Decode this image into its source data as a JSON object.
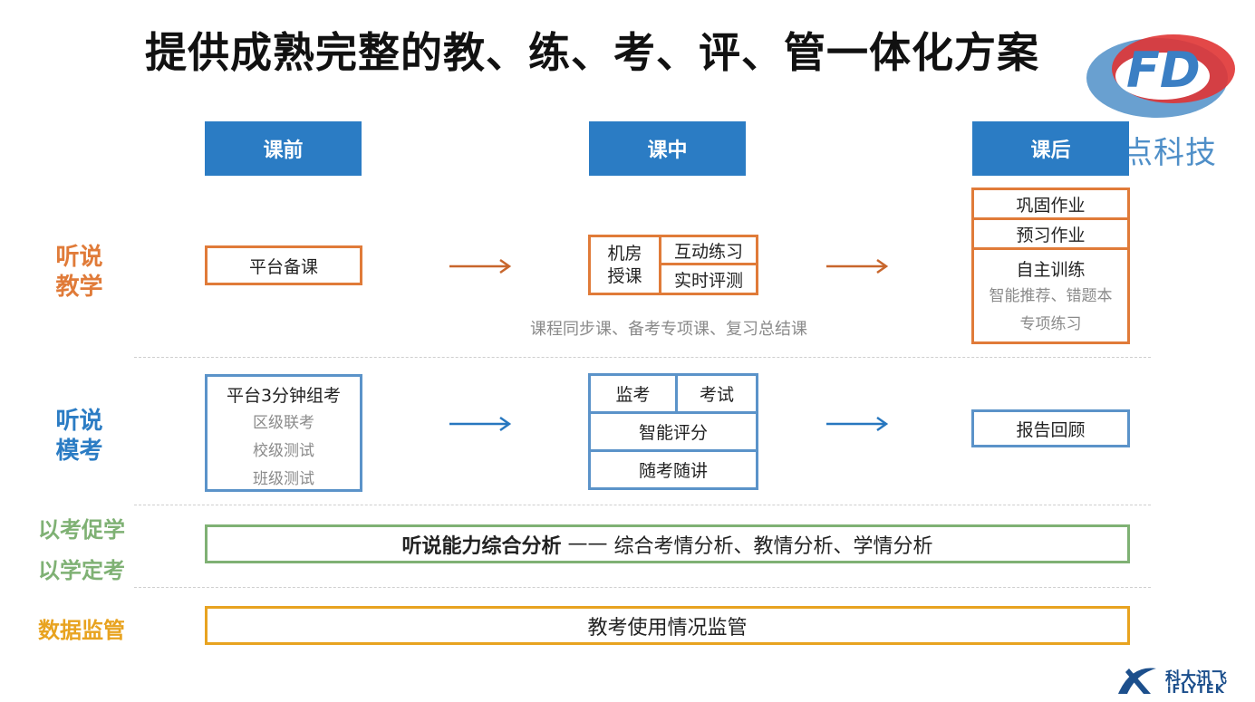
{
  "title": "提供成熟完整的教、练、考、评、管一体化方案",
  "phases": {
    "before": "课前",
    "during": "课中",
    "after": "课后"
  },
  "rows": {
    "teaching": {
      "label_line1": "听说",
      "label_line2": "教学"
    },
    "mock_exam": {
      "label_line1": "听说",
      "label_line2": "模考"
    },
    "promote": {
      "label_line1": "以考促学",
      "label_line2": "以学定考"
    },
    "monitor": {
      "label": "数据监管"
    }
  },
  "teaching": {
    "before_box": "平台备课",
    "during": {
      "lab_line1": "机房",
      "lab_line2": "授课",
      "interactive": "互动练习",
      "realtime": "实时评测"
    },
    "courses_caption": "课程同步课、备考专项课、复习总结课",
    "after": {
      "consolidate": "巩固作业",
      "preview": "预习作业",
      "self_train": "自主训练",
      "self_train_sub1": "智能推荐、错题本",
      "self_train_sub2": "专项练习"
    }
  },
  "mock": {
    "before_title": "平台3分钟组考",
    "before_items": [
      "区级联考",
      "校级测试",
      "班级测试"
    ],
    "during": {
      "proctor": "监考",
      "exam": "考试",
      "scoring": "智能评分",
      "lecture": "随考随讲"
    },
    "after_box": "报告回顾"
  },
  "analysis": {
    "bold": "听说能力综合分析",
    "dash": " —— ",
    "rest": "综合考情分析、教情分析、学情分析"
  },
  "monitor_box": "教考使用情况监管",
  "logos": {
    "fd_letters": "FD",
    "fd_name": "沸点科技",
    "iflytek_cn": "科大讯飞",
    "iflytek_en": "iFLYTEK"
  },
  "colors": {
    "phase_blue": "#2b7cc4",
    "orange": "#e07b39",
    "blue": "#5b93c9",
    "green": "#7fb174",
    "amber": "#e8a320"
  }
}
